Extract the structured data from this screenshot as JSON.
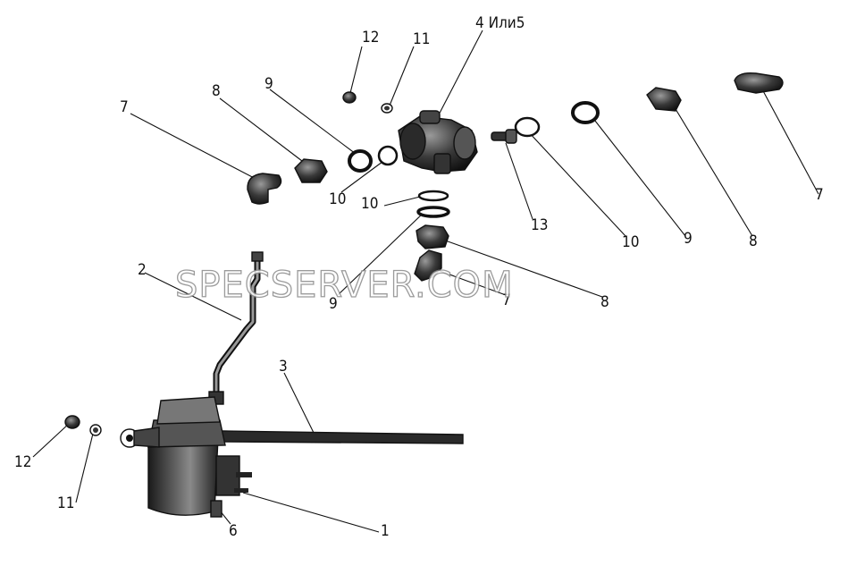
{
  "labels": {
    "l_4": "4 Или5",
    "l_12_top": "12",
    "l_11_top": "11",
    "l_8_left": "8",
    "l_9_left": "9",
    "l_7_left": "7",
    "l_10_a": "10",
    "l_10_b": "10",
    "l_13": "13",
    "l_10_right": "10",
    "l_9_right": "9",
    "l_8_right": "8",
    "l_7_right": "7",
    "l_9_center": "9",
    "l_7_center": "7",
    "l_8_center": "8",
    "l_2": "2",
    "l_3": "3",
    "l_12_bottom": "12",
    "l_11_bottom": "11",
    "l_6": "6",
    "l_1": "1"
  },
  "watermark": "SPECSERVER.COM"
}
